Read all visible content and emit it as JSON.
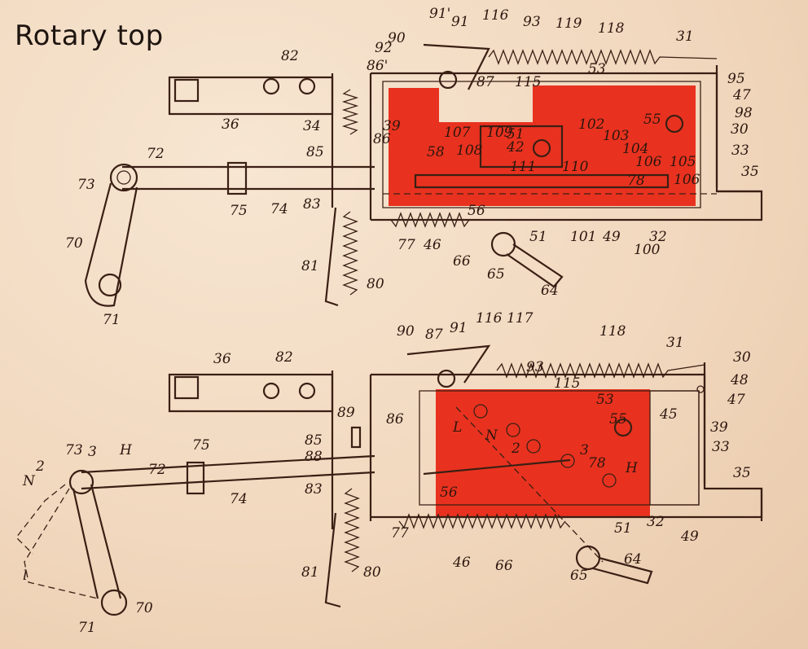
{
  "title": "Rotary top",
  "colors": {
    "paper": "#f3dcc4",
    "ink": "#3a1f14",
    "highlight": "#e8321f"
  },
  "figure_top": {
    "labels": [
      "82",
      "91'",
      "91",
      "116",
      "93",
      "119",
      "118",
      "31",
      "92",
      "90",
      "86'",
      "87",
      "115",
      "53",
      "95",
      "47",
      "98",
      "36",
      "34",
      "39",
      "86",
      "107",
      "109",
      "51",
      "102",
      "55",
      "30",
      "85",
      "58",
      "108",
      "42",
      "103",
      "104",
      "106",
      "105",
      "33",
      "72",
      "111",
      "110",
      "35",
      "73",
      "78",
      "106",
      "75",
      "74",
      "83",
      "56",
      "101",
      "49",
      "32",
      "70",
      "77",
      "46",
      "66",
      "51",
      "65",
      "100",
      "81",
      "80",
      "64",
      "71"
    ]
  },
  "figure_bottom": {
    "labels": [
      "90",
      "87",
      "91",
      "116",
      "117",
      "118",
      "31",
      "30",
      "36",
      "82",
      "93",
      "48",
      "115",
      "53",
      "47",
      "89",
      "86",
      "55",
      "45",
      "L",
      "N",
      "39",
      "85",
      "88",
      "2",
      "3",
      "33",
      "73",
      "3",
      "H",
      "72",
      "75",
      "78",
      "H",
      "N",
      "2",
      "74",
      "83",
      "56",
      "35",
      "77",
      "51",
      "32",
      "49",
      "46",
      "66",
      "64",
      "81",
      "80",
      "65",
      "70",
      "71",
      "l"
    ]
  }
}
